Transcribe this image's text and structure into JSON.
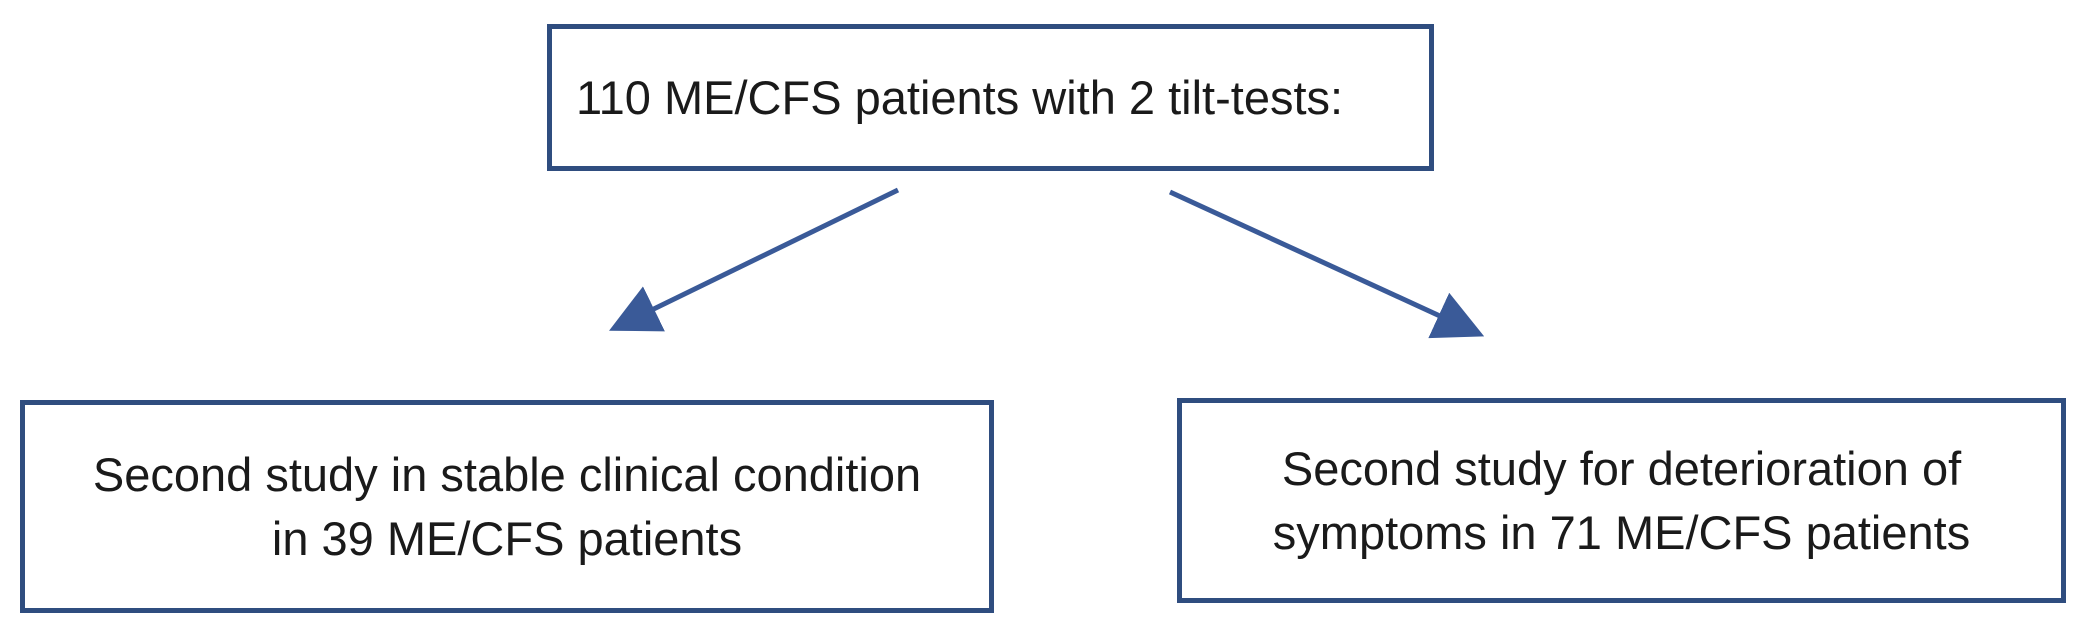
{
  "diagram": {
    "top_box": {
      "lines": [
        "110 ME/CFS patients with 2 tilt-tests:"
      ]
    },
    "left_box": {
      "lines": [
        "Second study in stable clinical condition",
        "in 39 ME/CFS patients"
      ]
    },
    "right_box": {
      "lines": [
        "Second study for deterioration of",
        "symptoms in 71 ME/CFS patients"
      ]
    },
    "colors": {
      "box_border": "#2f4d7f",
      "arrow": "#3a5a98",
      "text": "#1a1a1a"
    }
  }
}
